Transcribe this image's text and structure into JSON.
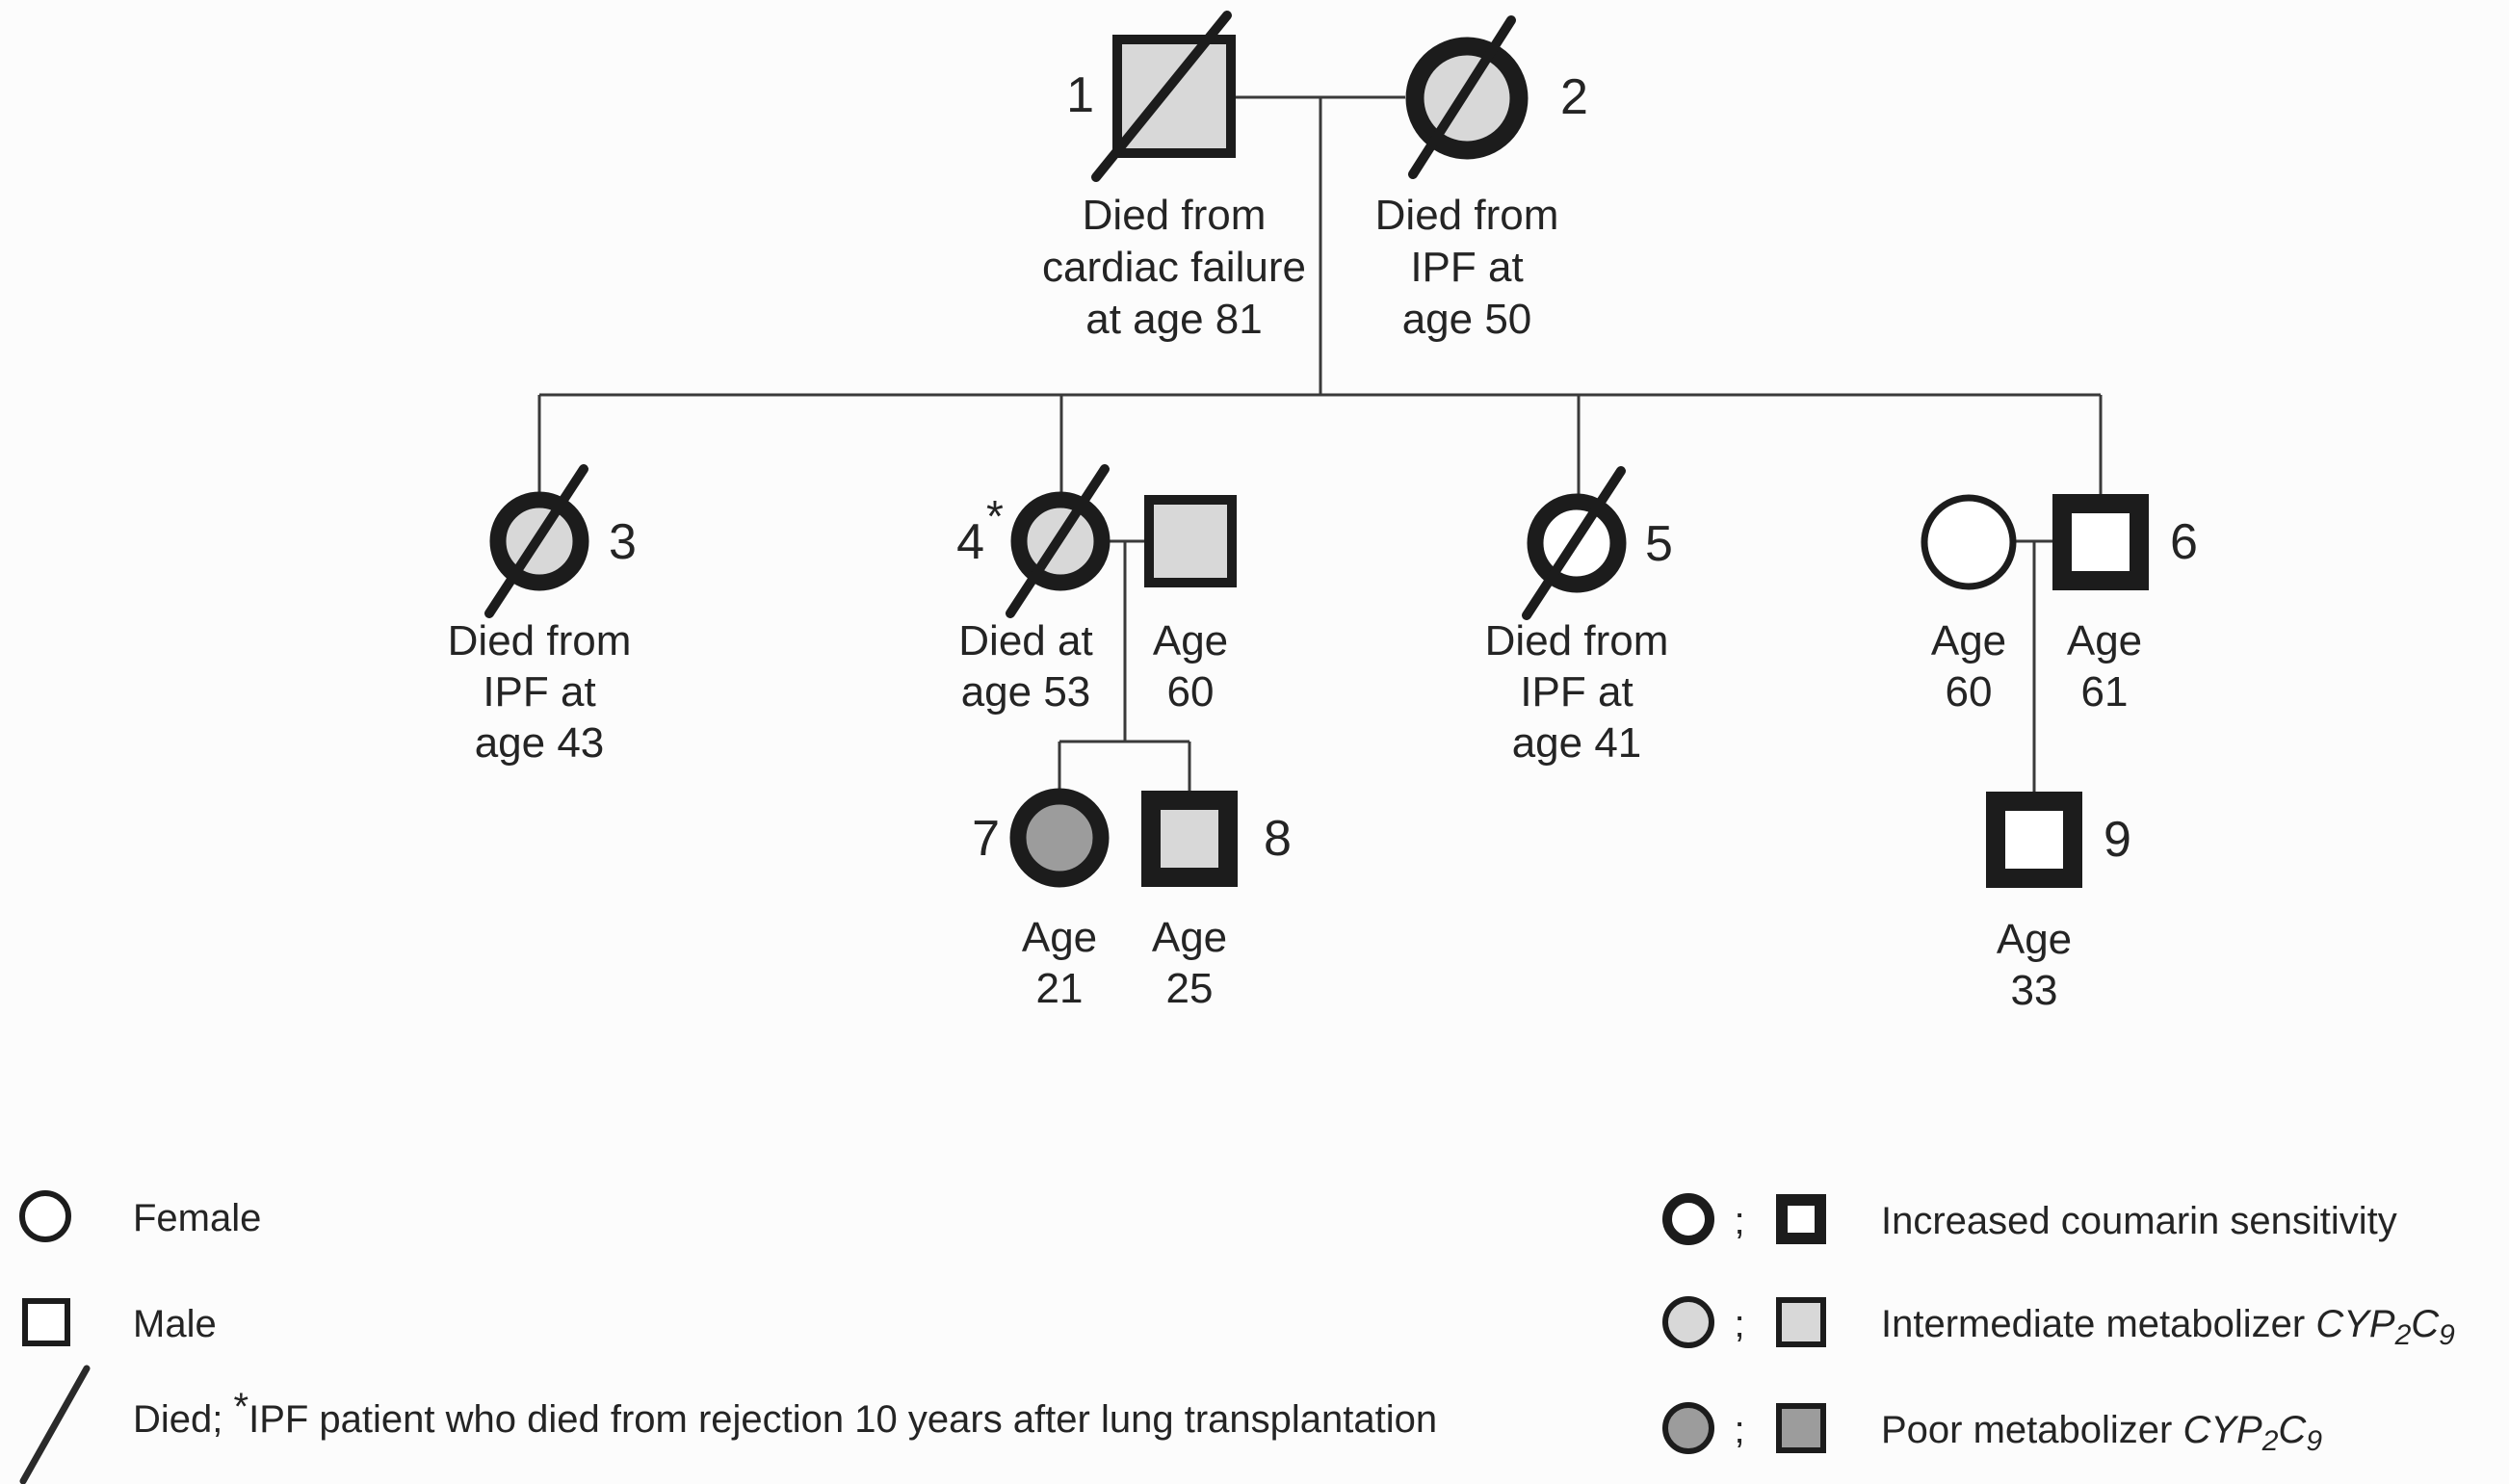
{
  "colors": {
    "background": "#fcfcfc",
    "symbol_stroke": "#1c1c1c",
    "line": "#3a3a3a",
    "text": "#242424",
    "intermediate_fill": "#d8d8d8",
    "poor_fill": "#9c9c9c",
    "unaffected_fill": "#ffffff"
  },
  "pedigree": {
    "members": {
      "m1": {
        "number": "1",
        "sex": "male",
        "deceased": true,
        "traits": [
          "intermediate metabolizer CYP2C9"
        ],
        "label": [
          "Died from",
          "cardiac failure",
          "at age 81"
        ]
      },
      "m2": {
        "number": "2",
        "sex": "female",
        "deceased": true,
        "traits": [
          "increased coumarin sensitivity",
          "intermediate metabolizer CYP2C9"
        ],
        "label": [
          "Died from",
          "IPF at",
          "age 50"
        ]
      },
      "m3": {
        "number": "3",
        "sex": "female",
        "deceased": true,
        "traits": [
          "increased coumarin sensitivity",
          "intermediate metabolizer CYP2C9"
        ],
        "label": [
          "Died from",
          "IPF at",
          "age 43"
        ]
      },
      "m4": {
        "number": "4",
        "marker": "*",
        "sex": "female",
        "deceased": true,
        "traits": [
          "increased coumarin sensitivity",
          "intermediate metabolizer CYP2C9",
          "IPF patient"
        ],
        "label": [
          "Died at",
          "age 53"
        ]
      },
      "sp4": {
        "sex": "male",
        "deceased": false,
        "traits": [
          "intermediate metabolizer CYP2C9"
        ],
        "label": [
          "Age",
          "60"
        ]
      },
      "m5": {
        "number": "5",
        "sex": "female",
        "deceased": true,
        "traits": [
          "increased coumarin sensitivity"
        ],
        "label": [
          "Died from",
          "IPF at",
          "age 41"
        ]
      },
      "sp6": {
        "sex": "female",
        "deceased": false,
        "traits": [],
        "label": [
          "Age",
          "60"
        ]
      },
      "m6": {
        "number": "6",
        "sex": "male",
        "deceased": false,
        "traits": [
          "increased coumarin sensitivity"
        ],
        "label": [
          "Age",
          "61"
        ]
      },
      "m7": {
        "number": "7",
        "sex": "female",
        "deceased": false,
        "traits": [
          "increased coumarin sensitivity",
          "poor metabolizer CYP2C9"
        ],
        "label": [
          "Age",
          "21"
        ]
      },
      "m8": {
        "number": "8",
        "sex": "male",
        "deceased": false,
        "traits": [
          "increased coumarin sensitivity",
          "intermediate metabolizer CYP2C9"
        ],
        "label": [
          "Age",
          "25"
        ]
      },
      "m9": {
        "number": "9",
        "sex": "male",
        "deceased": false,
        "traits": [
          "increased coumarin sensitivity"
        ],
        "label": [
          "Age",
          "33"
        ]
      }
    }
  },
  "legend": {
    "left": {
      "female": "Female",
      "male": "Male",
      "died": {
        "pre": "Died; ",
        "sup": "*",
        "rest": "IPF patient who died from rejection 10 years after lung transplantation"
      }
    },
    "right": {
      "separator": ";",
      "row1": "Increased coumarin sensitivity",
      "row2": "Intermediate metabolizer ",
      "row3": "Poor metabolizer ",
      "gene": {
        "pre": "CYP",
        "sub1": "2",
        "mid": "C",
        "sub2": "9"
      }
    }
  }
}
